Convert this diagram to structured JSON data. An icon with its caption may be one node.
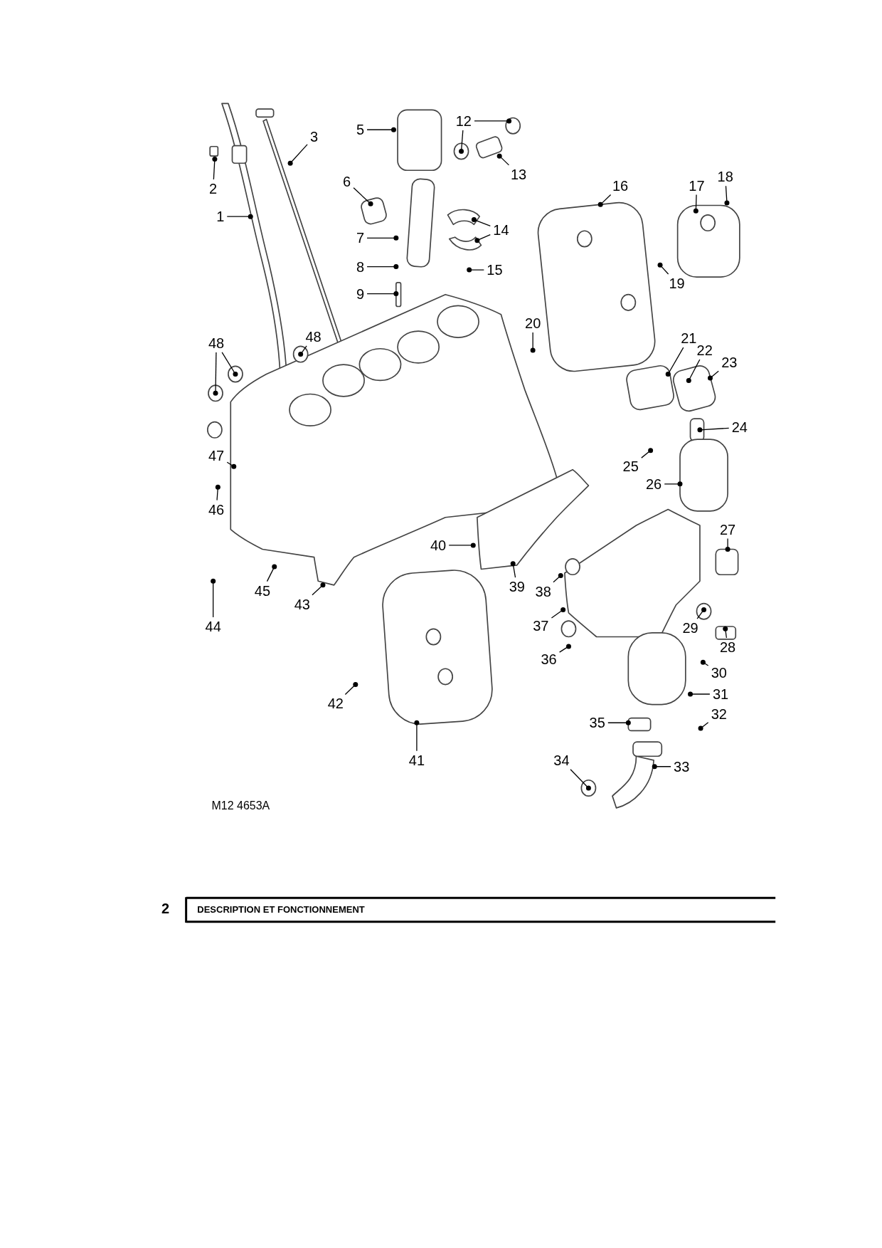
{
  "diagram": {
    "nodes": [
      {
        "text": [
          "1"
        ]
      },
      {
        "text": [
          "2"
        ]
      },
      {
        "text": [
          "3"
        ]
      },
      {
        "text": [
          "5"
        ]
      },
      {
        "text": [
          "6"
        ]
      },
      {
        "text": [
          "7"
        ]
      },
      {
        "text": [
          "8"
        ]
      },
      {
        "text": [
          "9"
        ]
      },
      {
        "text": [
          "12"
        ]
      },
      {
        "text": [
          "13"
        ]
      },
      {
        "text": [
          "14"
        ]
      },
      {
        "text": [
          "15"
        ]
      },
      {
        "text": [
          "16"
        ]
      },
      {
        "text": [
          "17"
        ]
      },
      {
        "text": [
          "18"
        ]
      },
      {
        "text": [
          "19"
        ]
      },
      {
        "text": [
          "20"
        ]
      },
      {
        "text": [
          "21"
        ]
      },
      {
        "text": [
          "22"
        ]
      },
      {
        "text": [
          "23"
        ]
      },
      {
        "text": [
          "24"
        ]
      },
      {
        "text": [
          "25"
        ]
      },
      {
        "text": [
          "26"
        ]
      },
      {
        "text": [
          "27"
        ]
      },
      {
        "text": [
          "28"
        ]
      },
      {
        "text": [
          "29"
        ]
      },
      {
        "text": [
          "30"
        ]
      },
      {
        "text": [
          "31"
        ]
      },
      {
        "text": [
          "32"
        ]
      },
      {
        "text": [
          "33"
        ]
      },
      {
        "text": [
          "34"
        ]
      },
      {
        "text": [
          "35"
        ]
      },
      {
        "text": [
          "36"
        ]
      },
      {
        "text": [
          "37"
        ]
      },
      {
        "text": [
          "38"
        ]
      },
      {
        "text": [
          "39"
        ]
      },
      {
        "text": [
          "40"
        ]
      },
      {
        "text": [
          "41"
        ]
      },
      {
        "text": [
          "42"
        ]
      },
      {
        "text": [
          "43"
        ]
      },
      {
        "text": [
          "44"
        ]
      },
      {
        "text": [
          "45"
        ]
      },
      {
        "text": [
          "46"
        ]
      },
      {
        "text": [
          "47"
        ]
      },
      {
        "text": [
          "48"
        ]
      },
      {
        "text": [
          "48"
        ]
      }
    ],
    "edges": [
      {
        "from": 0,
        "to": null,
        "arrow": "other"
      },
      {
        "from": 1,
        "to": null,
        "arrow": "other"
      },
      {
        "from": 2,
        "to": null,
        "arrow": "other"
      },
      {
        "from": 3,
        "to": null,
        "arrow": "other"
      },
      {
        "from": 4,
        "to": null,
        "arrow": "other"
      },
      {
        "from": 5,
        "to": null,
        "arrow": "other"
      },
      {
        "from": 6,
        "to": null,
        "arrow": "other"
      },
      {
        "from": 7,
        "to": null,
        "arrow": "other"
      },
      {
        "from": 8,
        "to": null,
        "arrow": "other"
      },
      {
        "from": 8,
        "to": null,
        "arrow": "other"
      },
      {
        "from": 9,
        "to": null,
        "arrow": "other"
      },
      {
        "from": 10,
        "to": null,
        "arrow": "other"
      },
      {
        "from": 10,
        "to": null,
        "arrow": "other"
      },
      {
        "from": 11,
        "to": null,
        "arrow": "other"
      },
      {
        "from": 12,
        "to": null,
        "arrow": "other"
      },
      {
        "from": 13,
        "to": null,
        "arrow": "other"
      },
      {
        "from": 14,
        "to": null,
        "arrow": "other"
      },
      {
        "from": 15,
        "to": null,
        "arrow": "other"
      },
      {
        "from": 16,
        "to": null,
        "arrow": "other"
      },
      {
        "from": 17,
        "to": null,
        "arrow": "other"
      },
      {
        "from": 18,
        "to": null,
        "arrow": "other"
      },
      {
        "from": 19,
        "to": null,
        "arrow": "other"
      },
      {
        "from": 20,
        "to": null,
        "arrow": "other"
      },
      {
        "from": 21,
        "to": null,
        "arrow": "other"
      },
      {
        "from": 22,
        "to": null,
        "arrow": "other"
      },
      {
        "from": 23,
        "to": null,
        "arrow": "other"
      },
      {
        "from": 24,
        "to": null,
        "arrow": "other"
      },
      {
        "from": 25,
        "to": null,
        "arrow": "other"
      },
      {
        "from": 26,
        "to": null,
        "arrow": "other"
      },
      {
        "from": 27,
        "to": null,
        "arrow": "other"
      },
      {
        "from": 28,
        "to": null,
        "arrow": "other"
      },
      {
        "from": 29,
        "to": null,
        "arrow": "other"
      },
      {
        "from": 30,
        "to": null,
        "arrow": "other"
      },
      {
        "from": 31,
        "to": null,
        "arrow": "other"
      },
      {
        "from": 32,
        "to": null,
        "arrow": "other"
      },
      {
        "from": 33,
        "to": null,
        "arrow": "other"
      },
      {
        "from": 34,
        "to": null,
        "arrow": "other"
      },
      {
        "from": 35,
        "to": null,
        "arrow": "other"
      },
      {
        "from": 36,
        "to": null,
        "arrow": "other"
      },
      {
        "from": 37,
        "to": null,
        "arrow": "other"
      },
      {
        "from": 38,
        "to": null,
        "arrow": "other"
      },
      {
        "from": 39,
        "to": null,
        "arrow": "other"
      },
      {
        "from": 40,
        "to": null,
        "arrow": "other"
      },
      {
        "from": 41,
        "to": null,
        "arrow": "other"
      },
      {
        "from": 42,
        "to": null,
        "arrow": "other"
      },
      {
        "from": 43,
        "to": null,
        "arrow": "other"
      },
      {
        "from": 44,
        "to": null,
        "arrow": "other"
      },
      {
        "from": 44,
        "to": null,
        "arrow": "other"
      },
      {
        "from": 45,
        "to": null,
        "arrow": "other"
      }
    ],
    "labels": [
      "M12 4653A",
      "2",
      "DESCRIPTION ET FONCTIONNEMENT"
    ]
  }
}
